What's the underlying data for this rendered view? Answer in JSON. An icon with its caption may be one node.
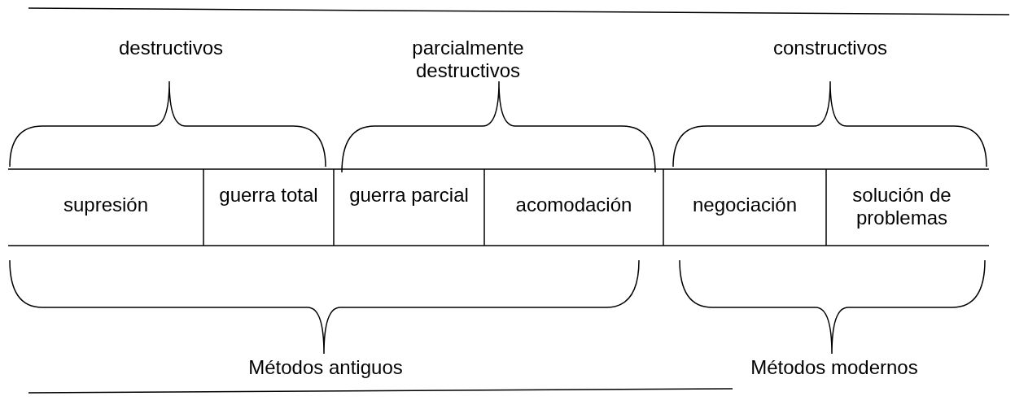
{
  "diagram": {
    "labels": [
      "destructivos",
      "parcialmente destructivos",
      "constructivos",
      "supresión",
      "guerra total",
      "guerra parcial",
      "acomodación",
      "negociación",
      "solución de problemas",
      "Métodos antiguos",
      "Métodos modernos"
    ]
  }
}
